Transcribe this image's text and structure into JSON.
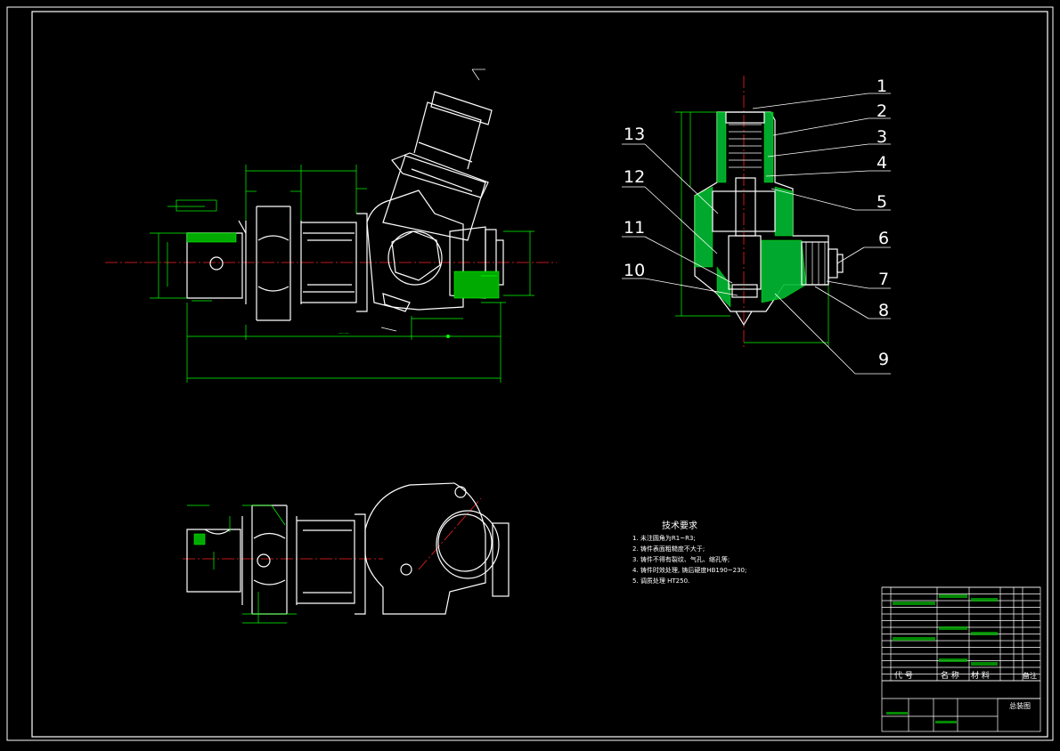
{
  "colors": {
    "background": "#000000",
    "border": "#ffffff",
    "outline": "#ffffff",
    "dimension": "#00ff00",
    "centerline": "#ff2020",
    "hatch": "#00ff00",
    "leader": "#ffffff"
  },
  "balloons": [
    "1",
    "2",
    "3",
    "4",
    "5",
    "6",
    "7",
    "8",
    "9",
    "10",
    "11",
    "13",
    "12"
  ],
  "technical_requirements": {
    "title": "技术要求",
    "items": [
      "1. 未注圆角为R1~R3;",
      "2. 铸件表面粗糙度不大于;",
      "3. 铸件不得有裂纹、气孔、缩孔等;",
      "4. 铸件时效处理, 铸后硬度HB190~230;",
      "5. 调质处理  HT250."
    ]
  },
  "title_block": {
    "header_code": "代 号",
    "header_name": "名 称",
    "header_material": "材 料",
    "header_note": "备注",
    "drawing_name": "总装图"
  }
}
